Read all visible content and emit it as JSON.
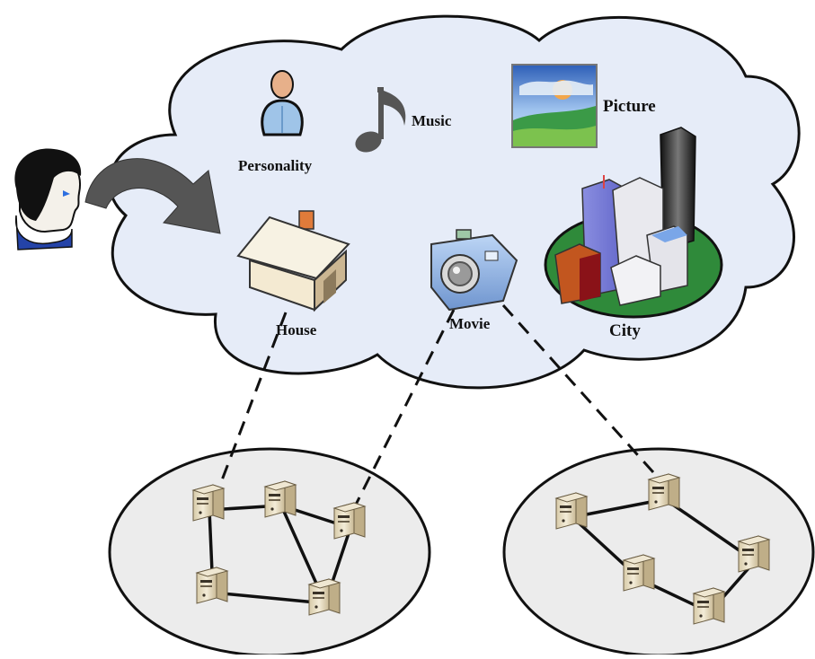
{
  "labels": {
    "personality": "Personality",
    "music": "Music",
    "picture": "Picture",
    "house": "House",
    "movie": "Movie",
    "city": "City"
  },
  "colors": {
    "cloud_fill": "#e6ecf8",
    "network_fill": "#ececec",
    "outline": "#111111",
    "arrow": "#555555",
    "server_body": "#e8e0c8",
    "server_dark": "#b9a98a"
  },
  "icons": {
    "user": "user-face-icon",
    "personality": "person-icon",
    "music": "music-note-icon",
    "picture": "landscape-picture-icon",
    "house": "house-icon",
    "movie": "camera-icon",
    "city": "city-buildings-icon",
    "server": "server-icon"
  },
  "networks": [
    {
      "name": "left",
      "servers": 5,
      "links": 6
    },
    {
      "name": "right",
      "servers": 5,
      "links": 5
    }
  ]
}
